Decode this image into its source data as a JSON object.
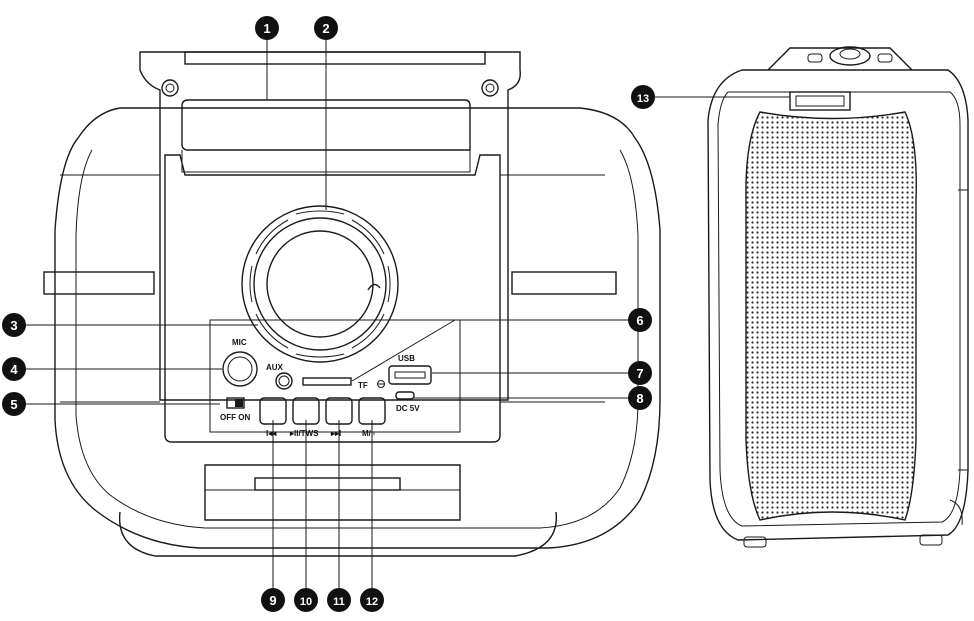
{
  "labels": {
    "mic": "MIC",
    "aux": "AUX",
    "tf": "TF",
    "usb": "USB",
    "dc": "DC 5V",
    "off_on": "OFF ON",
    "prev": "I◂◂",
    "play": "▸II/TWS",
    "next": "▸▸I",
    "mode": "M/♀"
  },
  "callouts": [
    {
      "num": "1"
    },
    {
      "num": "2"
    },
    {
      "num": "3"
    },
    {
      "num": "4"
    },
    {
      "num": "5"
    },
    {
      "num": "6"
    },
    {
      "num": "7"
    },
    {
      "num": "8"
    },
    {
      "num": "9"
    },
    {
      "num": "10"
    },
    {
      "num": "11"
    },
    {
      "num": "12"
    },
    {
      "num": "13"
    }
  ],
  "colors": {
    "line": "#1a1a1a",
    "badge": "#111111",
    "badge_text": "#ffffff"
  }
}
